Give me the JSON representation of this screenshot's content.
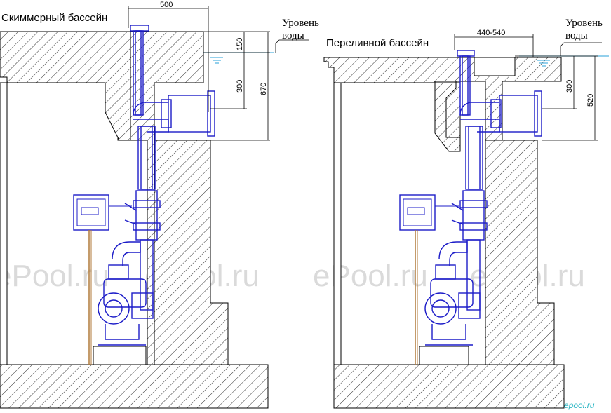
{
  "left": {
    "title": "Скиммерный бассейн",
    "water_level": [
      "Уровень",
      "воды"
    ],
    "dims": {
      "width": "500",
      "d1": "150",
      "d2": "300",
      "d3": "670"
    }
  },
  "right": {
    "title": "Переливной бассейн",
    "water_level": [
      "Уровень",
      "воды"
    ],
    "dims": {
      "width": "440-540",
      "d1": "300",
      "d2": "520"
    }
  },
  "watermark": "ePool.ru",
  "brand": "epool.ru",
  "colors": {
    "equipment": "#1c1cc8",
    "hatch": "#333333",
    "water": "#2aa0d8",
    "cable": "#b07a3a",
    "brand": "#2ab6c4"
  }
}
